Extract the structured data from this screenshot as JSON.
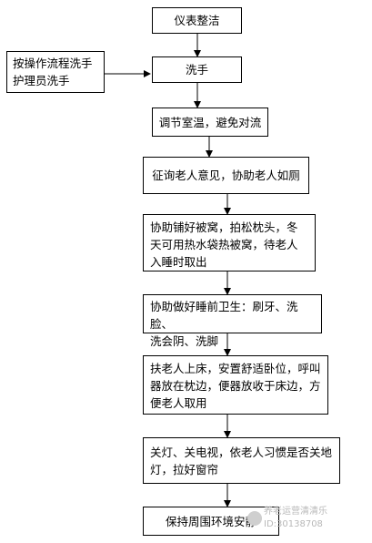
{
  "flowchart": {
    "steps": [
      "仪表整洁",
      "洗手",
      "调节室温，避免对流",
      "征询老人意见，协助老人如厕",
      "协助铺好被窝，拍松枕头，冬\n天可用热水袋热被窝，待老人\n入睡时取出",
      "协助做好睡前卫生：刷牙、洗脸、\n洗会阴、洗脚",
      "扶老人上床，安置舒适卧位，呼叫\n器放在枕边，便器放收于床边，方\n便老人取用",
      "关灯、关电视，依老人习惯是否关地\n灯，拉好窗帘",
      "保持周围环境安静"
    ],
    "side_note": "按操作流程洗手\n护理员洗手"
  },
  "watermark": {
    "line1": "养老运营清清乐",
    "line2": "ID:30138708"
  }
}
